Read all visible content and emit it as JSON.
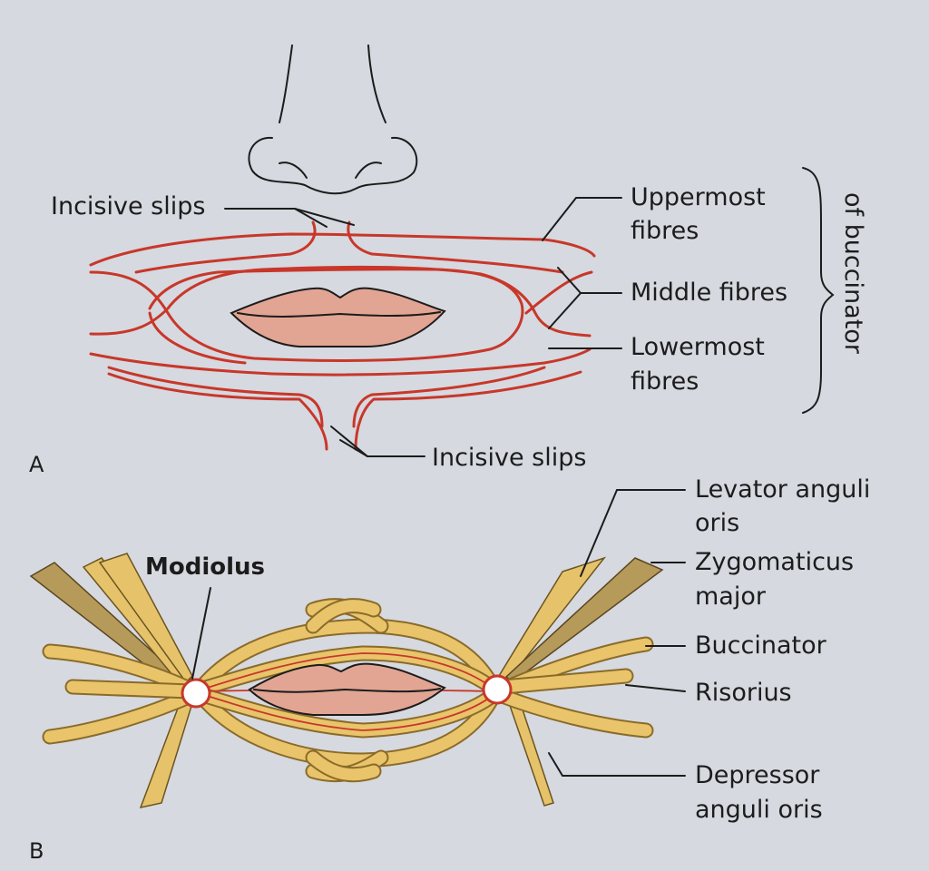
{
  "panel_a": {
    "letter": "A",
    "labels": {
      "incisive_slips_top": "Incisive slips",
      "uppermost_line1": "Uppermost",
      "uppermost_line2": "fibres",
      "middle": "Middle fibres",
      "lowermost_line1": "Lowermost",
      "lowermost_line2": "fibres",
      "incisive_slips_bottom": "Incisive slips",
      "bracket": "of buccinator"
    }
  },
  "panel_b": {
    "letter": "B",
    "labels": {
      "modiolus": "Modiolus",
      "levator_line1": "Levator anguli",
      "levator_line2": "oris",
      "zygomaticus_line1": "Zygomaticus",
      "zygomaticus_line2": "major",
      "buccinator": "Buccinator",
      "risorius": "Risorius",
      "depressor_line1": "Depressor",
      "depressor_line2": "anguli oris"
    }
  },
  "colors": {
    "background": "#d6d9df",
    "fibre_red": "#c8372a",
    "lip_pink": "#e2a593",
    "muscle_yellow": "#e9c46a"
  }
}
